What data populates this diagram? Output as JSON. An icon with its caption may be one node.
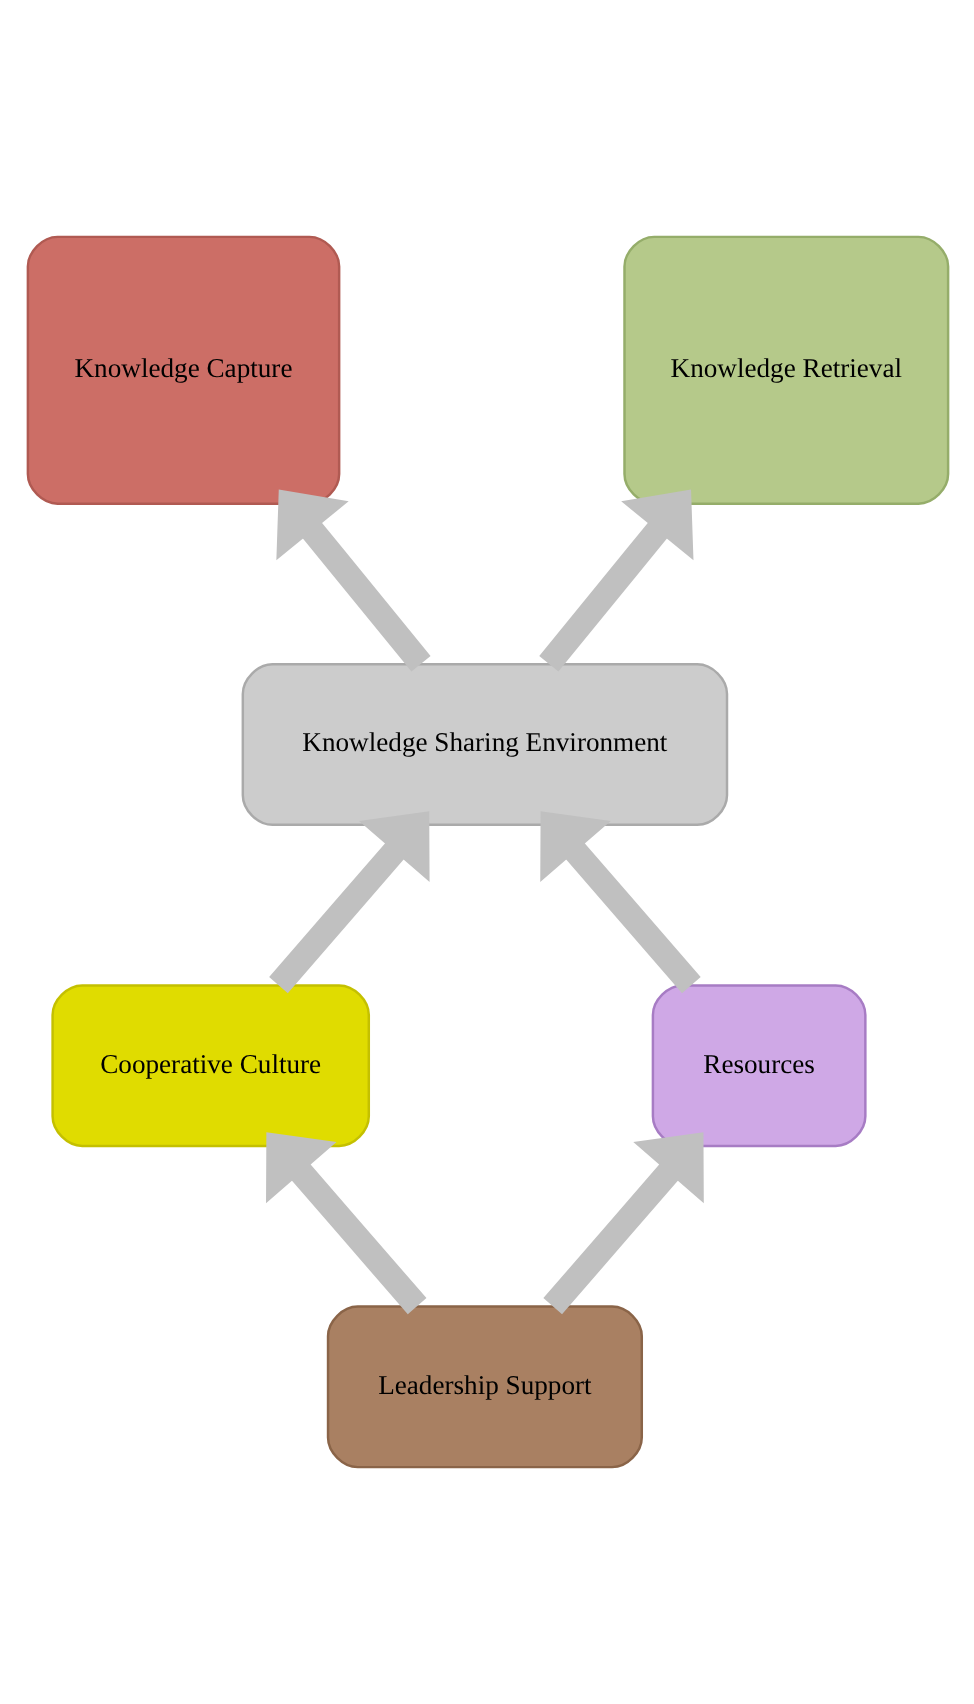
{
  "diagram": {
    "nodes": [
      {
        "text": [
          "Knowledge Capture"
        ]
      },
      {
        "text": [
          "Knowledge Retrieval"
        ]
      },
      {
        "text": [
          "Knowledge Sharing Environment"
        ]
      },
      {
        "text": [
          "Cooperative Culture"
        ]
      },
      {
        "text": [
          "Resources"
        ]
      },
      {
        "text": [
          "Leadership Support"
        ]
      }
    ],
    "edges": [
      {
        "from": 2,
        "to": 0,
        "arrow": "to"
      },
      {
        "from": 2,
        "to": 1,
        "arrow": "to"
      },
      {
        "from": 3,
        "to": 2,
        "arrow": "to"
      },
      {
        "from": 4,
        "to": 2,
        "arrow": "to"
      },
      {
        "from": 5,
        "to": 3,
        "arrow": "to"
      },
      {
        "from": 5,
        "to": 4,
        "arrow": "to"
      }
    ]
  }
}
